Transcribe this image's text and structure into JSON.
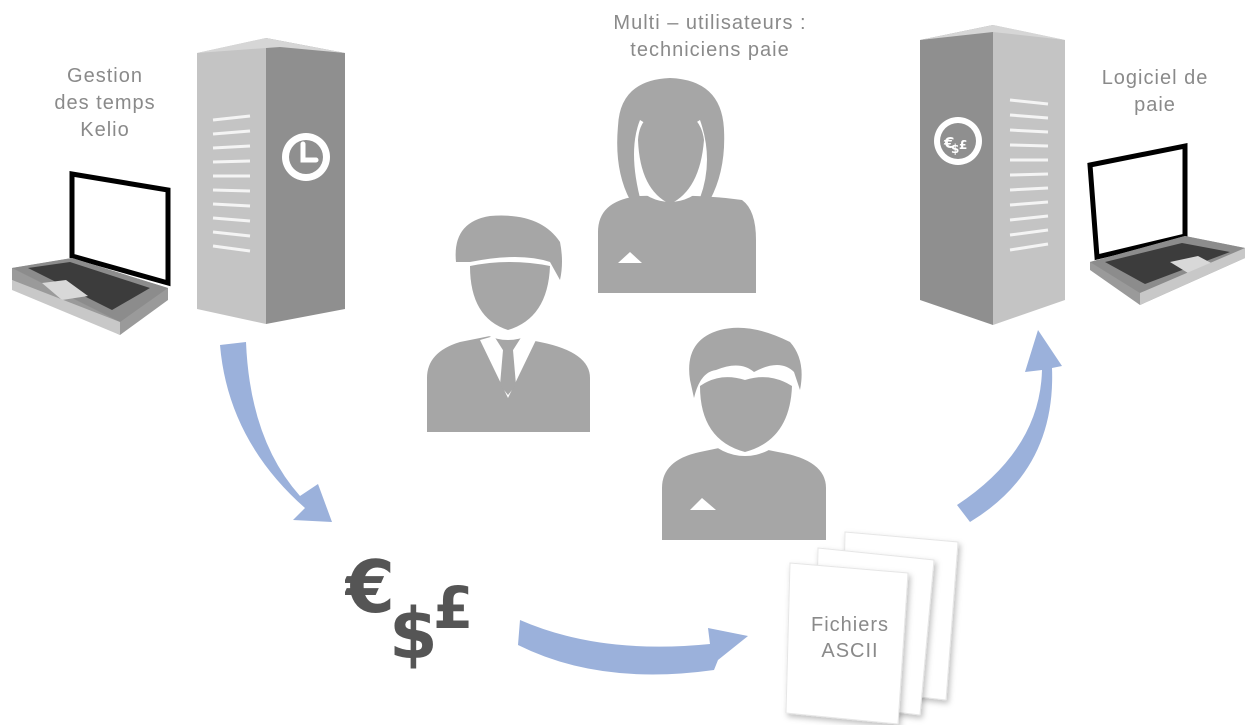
{
  "labels": {
    "gestion": [
      "Gestion",
      "des temps",
      "Kelio"
    ],
    "multi": [
      "Multi – utilisateurs :",
      "techniciens paie"
    ],
    "logiciel": [
      "Logiciel de",
      "paie"
    ],
    "fichiers": [
      "Fichiers",
      "ASCII"
    ]
  },
  "icons": {
    "left_server_badge": "clock-icon",
    "right_server_badge": "currency-icon",
    "center_currency": "currency-symbols-icon"
  },
  "colors": {
    "arrow": "#9bb1db",
    "server_light": "#b9b9b9",
    "server_dark": "#8f8f8f",
    "person": "#a6a6a6",
    "text": "#8a8a8a",
    "currency": "#555555"
  }
}
